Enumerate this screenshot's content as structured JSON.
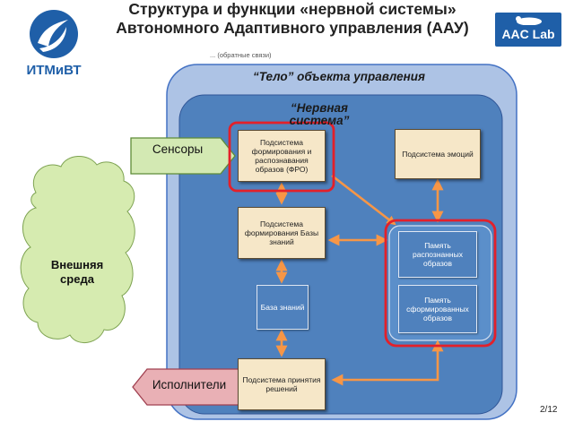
{
  "title": "Структура и функции «нервной системы» Автономного Адаптивного управления (ААУ)",
  "logos": {
    "left_text": "ИТМиВТ",
    "right_text": "AAC Lab"
  },
  "labels": {
    "overlap_note": "... (обратные связи)",
    "body": "“Тело” объекта управления",
    "nervous_system": "“Нервная система”",
    "environment": "Внешняя среда",
    "sensors": "Сенсоры",
    "executors": "Исполнители"
  },
  "boxes": {
    "fro": "Подсистема формирования и распознавания образов (ФРО)",
    "emotions": "Подсистема эмоций",
    "kb_formation": "Подсистема формирования Базы знаний",
    "knowledge_base": "База знаний",
    "decision": "Подсистема принятия решений",
    "recognized_memory": "Память распознанных образов",
    "formed_memory": "Память сформированных образов"
  },
  "page_number": "2/12",
  "colors": {
    "outer_body": "#adc3e5",
    "inner_nerve": "#4f81bd",
    "box_fill": "#f6e7c8",
    "arrow": "#f79646",
    "highlight": "#e3202a",
    "sensor": "#d3e9b3",
    "executor": "#e9b0b5",
    "cloud": "#d6ebb0"
  }
}
